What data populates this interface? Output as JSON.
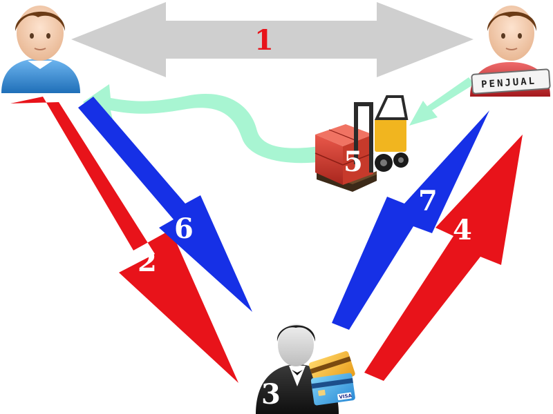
{
  "steps": {
    "s1": "1",
    "s2": "2",
    "s3": "3",
    "s4": "4",
    "s5": "5",
    "s6": "6",
    "s7": "7"
  },
  "seller_badge": "PENJUAL",
  "card_brand": "VISA",
  "colors": {
    "negotiation": "#cfcfcf",
    "payment": "#e8131a",
    "delivery_confirm": "#1630e6",
    "shipping": "#a8f5d2"
  },
  "icons": {
    "buyer": "buyer-avatar-icon",
    "seller": "seller-avatar-icon",
    "escrow": "escrow-agent-icon",
    "goods": "forklift-pallet-icon",
    "cards": "credit-card-icon"
  }
}
